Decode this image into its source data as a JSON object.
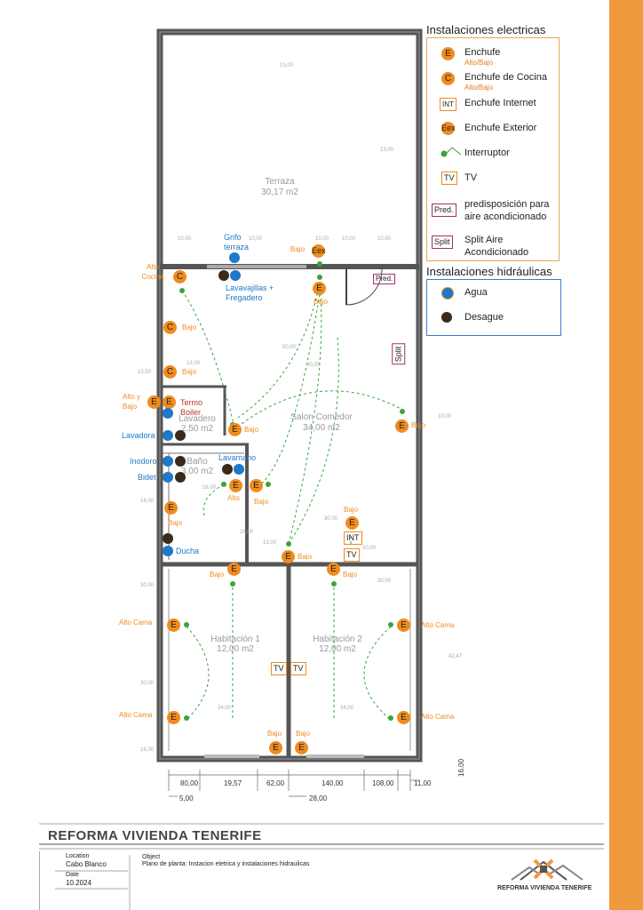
{
  "legend_electric": {
    "title": "Instalaciones electricas",
    "items": [
      {
        "symbol": "E",
        "label": "Enchufe",
        "sub": "Alto/Bajo"
      },
      {
        "symbol": "C",
        "label": "Enchufe de Cocina",
        "sub": "Alto/Bajo"
      },
      {
        "symbol": "INT",
        "label": "Enchufe Internet",
        "sub": ""
      },
      {
        "symbol": "Eex",
        "label": "Enchufe Exterior",
        "sub": ""
      },
      {
        "symbol": "",
        "label": "Interruptor",
        "sub": ""
      },
      {
        "symbol": "TV",
        "label": "TV",
        "sub": ""
      },
      {
        "symbol": "Pred.",
        "label": "predisposición para aire acondicionado",
        "sub": ""
      },
      {
        "symbol": "Split",
        "label": "Split Aire Acondicionado",
        "sub": ""
      }
    ]
  },
  "legend_hydraulic": {
    "title": "Instalaciones hidráulicas",
    "items": [
      {
        "label": "Agua",
        "color": "#1f78c8"
      },
      {
        "label": "Desague",
        "color": "#3a2a1a"
      }
    ]
  },
  "rooms": {
    "terraza": {
      "name": "Terraza",
      "area": "30,17 m2"
    },
    "salon": {
      "name": "Salon Comedor",
      "area": "34,00 m2"
    },
    "lavadero": {
      "name": "Lavadero",
      "area": "2,50 m2"
    },
    "bano": {
      "name": "Baño",
      "area": "3,00 m2"
    },
    "hab1": {
      "name": "Habitación 1",
      "area": "12,00 m2"
    },
    "hab2": {
      "name": "Habitación 2",
      "area": "12,00 m2"
    }
  },
  "labels": {
    "grifo_terraza": "Grifo terraza",
    "lavavajillas": "Lavavajillas + Fregadero",
    "alto_cocina": "Alto Cocina",
    "bajo": "Bajo",
    "alto": "Alto",
    "alto_y_bajo": "Alto y Bajo",
    "termo_boiler": "Termo Boiler",
    "lavadora": "Lavadora",
    "inodoro": "Inodoro",
    "bidet": "Bidet",
    "lavamano": "Lavamano",
    "ducha": "Ducha",
    "alto_cama": "Alto Cama",
    "pred": "Pred.",
    "split": "Split",
    "tv": "TV",
    "int": "INT",
    "eex": "Eex"
  },
  "dimensions": [
    "80,00",
    "19,57",
    "62,00",
    "140,00",
    "108,00",
    "11,00",
    "5,00",
    "28,00",
    "16,00"
  ],
  "title_block": {
    "company": "REFORMA VIVIENDA TENERIFE",
    "location_label": "Location",
    "location": "Cabo Blanco",
    "date_label": "Date",
    "date": "10.2024",
    "object_label": "Object",
    "object": "Plano de planta: Instacion eletrica y instalaciones hidraulicas",
    "logo_text": "REFORMA VIVIENDA TENERIFE"
  },
  "colors": {
    "accent": "#ef9a3f",
    "socket": "#ef8c1e",
    "switch": "#3aa53a",
    "water": "#1f78c8",
    "drain": "#3a2a1a",
    "purple": "#a0306e"
  }
}
